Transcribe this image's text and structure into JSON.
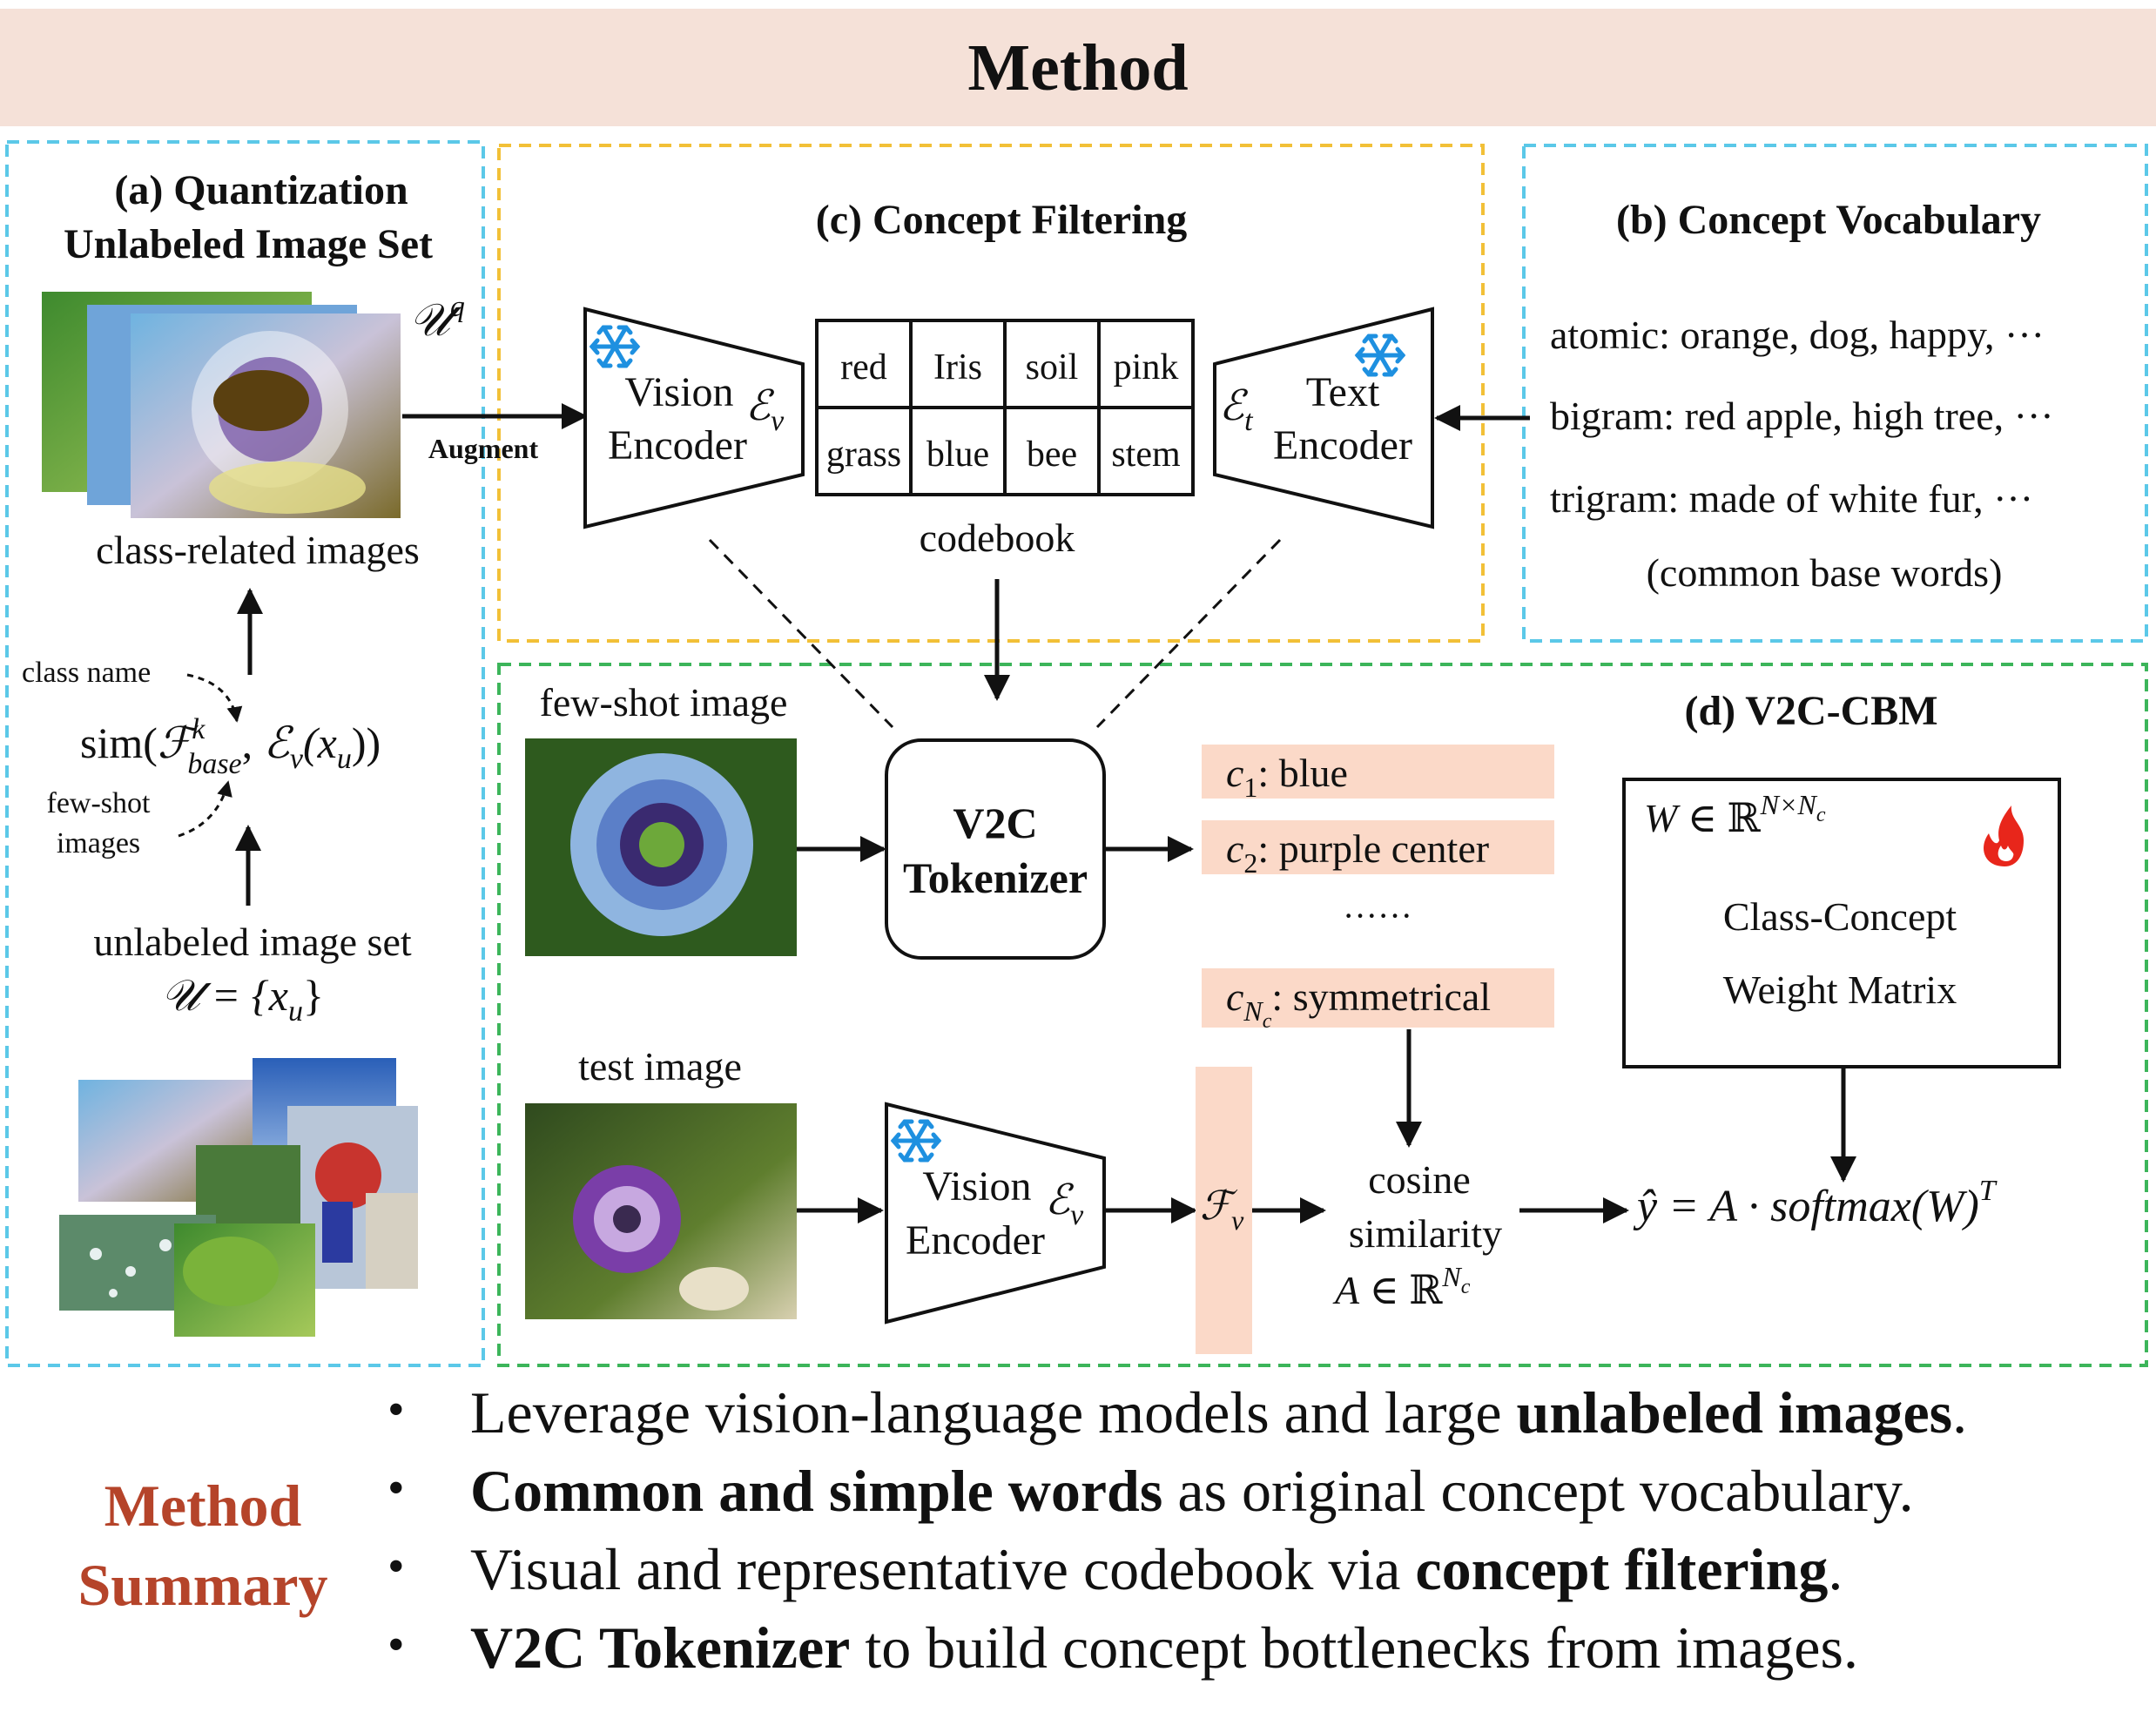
{
  "title": "Method",
  "panel_a": {
    "title_line1": "(a) Quantization",
    "title_line2": "Unlabeled Image Set",
    "uq_symbol": "𝒰",
    "uq_sup": "q",
    "augment_label": "Augment",
    "class_related_label": "class-related images",
    "class_name_label": "class name",
    "sim_prefix": "sim(",
    "sim_F": "ℱ",
    "sim_k": "k",
    "sim_base": "base",
    "sim_comma": ", ",
    "sim_E": "ℰ",
    "sim_v": "v",
    "sim_arg": "(x",
    "sim_u": "u",
    "sim_close": "))",
    "fewshot_line1": "few-shot",
    "fewshot_line2": "images",
    "unlabeled_label": "unlabeled image set",
    "set_U": "𝒰",
    "set_eq": " = {x",
    "set_u": "u",
    "set_close": "}"
  },
  "panel_b": {
    "title": "(b) Concept Vocabulary",
    "atomic": "atomic: orange, dog, happy, ···",
    "bigram": "bigram: red apple, high tree, ···",
    "trigram": "trigram: made of white fur, ···",
    "note": "(common base words)"
  },
  "panel_c": {
    "title": "(c) Concept Filtering",
    "vision_line1": "Vision",
    "vision_line2": "Encoder",
    "ev_E": "ℰ",
    "ev_v": "v",
    "text_line1": "Text",
    "text_line2": "Encoder",
    "et_E": "ℰ",
    "et_t": "t",
    "codebook_row1": [
      "red",
      "Iris",
      "soil",
      "pink"
    ],
    "codebook_row2": [
      "grass",
      "blue",
      "bee",
      "stem"
    ],
    "codebook_label": "codebook"
  },
  "panel_d": {
    "title": "(d) V2C-CBM",
    "fewshot_label": "few-shot image",
    "test_label": "test image",
    "tokenizer_line1": "V2C",
    "tokenizer_line2": "Tokenizer",
    "concepts": [
      {
        "sym": "c",
        "sub": "1",
        "text": ": blue"
      },
      {
        "sym": "c",
        "sub": "2",
        "text": ": purple center"
      },
      {
        "sym": "c",
        "sub": "N",
        "subsub": "c",
        "text": ": symmetrical"
      }
    ],
    "ellipsis": "······",
    "weight_W": "W",
    "weight_in": " ∈ ℝ",
    "weight_sup": "N×N",
    "weight_supsub": "c",
    "weight_line1": "Class-Concept",
    "weight_line2": "Weight Matrix",
    "vision_line1": "Vision",
    "vision_line2": "Encoder",
    "ev_E": "ℰ",
    "ev_v": "v",
    "fv_F": "ℱ",
    "fv_v": "v",
    "cos_line1": "cosine",
    "cos_line2": "similarity",
    "cos_A": "A",
    "cos_in": " ∈ ℝ",
    "cos_sup": "N",
    "cos_supsub": "c",
    "formula_lhs": "ŷ",
    "formula_mid": " = A · ",
    "formula_fn": "softmax",
    "formula_arg": "(W)",
    "formula_sup": "T"
  },
  "summary": {
    "label_line1": "Method",
    "label_line2": "Summary",
    "bullet_glyph": "•",
    "bullets": [
      {
        "pre": "Leverage vision-language models and large ",
        "bold": "unlabeled images",
        "post": "."
      },
      {
        "pre": "",
        "bold": "Common and simple words",
        "post": " as original concept vocabulary."
      },
      {
        "pre": "Visual and representative codebook via ",
        "bold": "concept filtering",
        "post": "."
      },
      {
        "pre": "",
        "bold": "V2C Tokenizer",
        "post": " to build concept bottlenecks from images."
      }
    ]
  },
  "colors": {
    "title_band": "#f5e1d8",
    "panel_a_border": "#5bc8e8",
    "panel_b_border": "#5bc8e8",
    "panel_c_border": "#f2c037",
    "panel_d_border": "#3cb55a",
    "concept_fill": "#fbd9c8",
    "feature_fill": "#fbd9c8",
    "summary_label": "#b5442a",
    "snowflake": "#1e90e0",
    "fire": "#e8261b"
  }
}
